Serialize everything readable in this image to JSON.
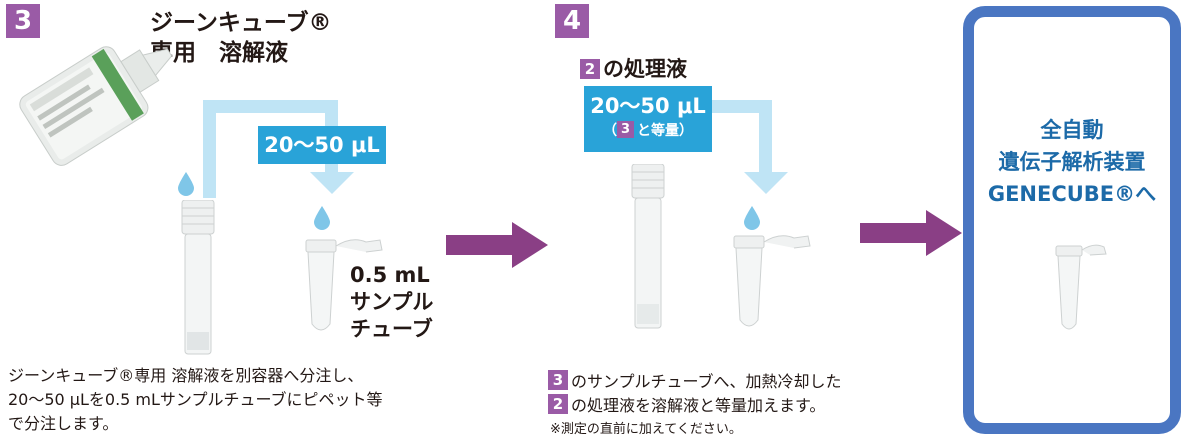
{
  "colors": {
    "purple": "#8a3f85",
    "blue": "#29a3d8",
    "light_blue": "#bfe4f5",
    "frame_blue": "#4a76c2"
  },
  "step3": {
    "badge": "3",
    "title_line1": "ジーンキューブ®",
    "title_line2": "専用　溶解液",
    "volume": "20～50 μL",
    "tube_label_line1": "0.5 mL",
    "tube_label_line2": "サンプル",
    "tube_label_line3": "チューブ",
    "description_line1": "ジーンキューブ®専用 溶解液を別容器へ分注し、",
    "description_line2": "20～50 μLを0.5 mLサンプルチューブにピペット等",
    "description_line3": "で分注します。"
  },
  "step4": {
    "badge": "4",
    "title_badge": "2",
    "title_text": "の処理液",
    "volume_line1": "20～50 μL",
    "volume_open": "（",
    "volume_badge": "3",
    "volume_tail": "と等量）",
    "desc1_badge": "3",
    "desc1_text": "のサンプルチューブへ、加熱冷却した",
    "desc2_badge": "2",
    "desc2_text": "の処理液を溶解液と等量加えます。",
    "note": "※測定の直前に加えてください。"
  },
  "final": {
    "line1": "全自動",
    "line2": "遺伝子解析装置",
    "line3": "GENECUBE®へ"
  }
}
